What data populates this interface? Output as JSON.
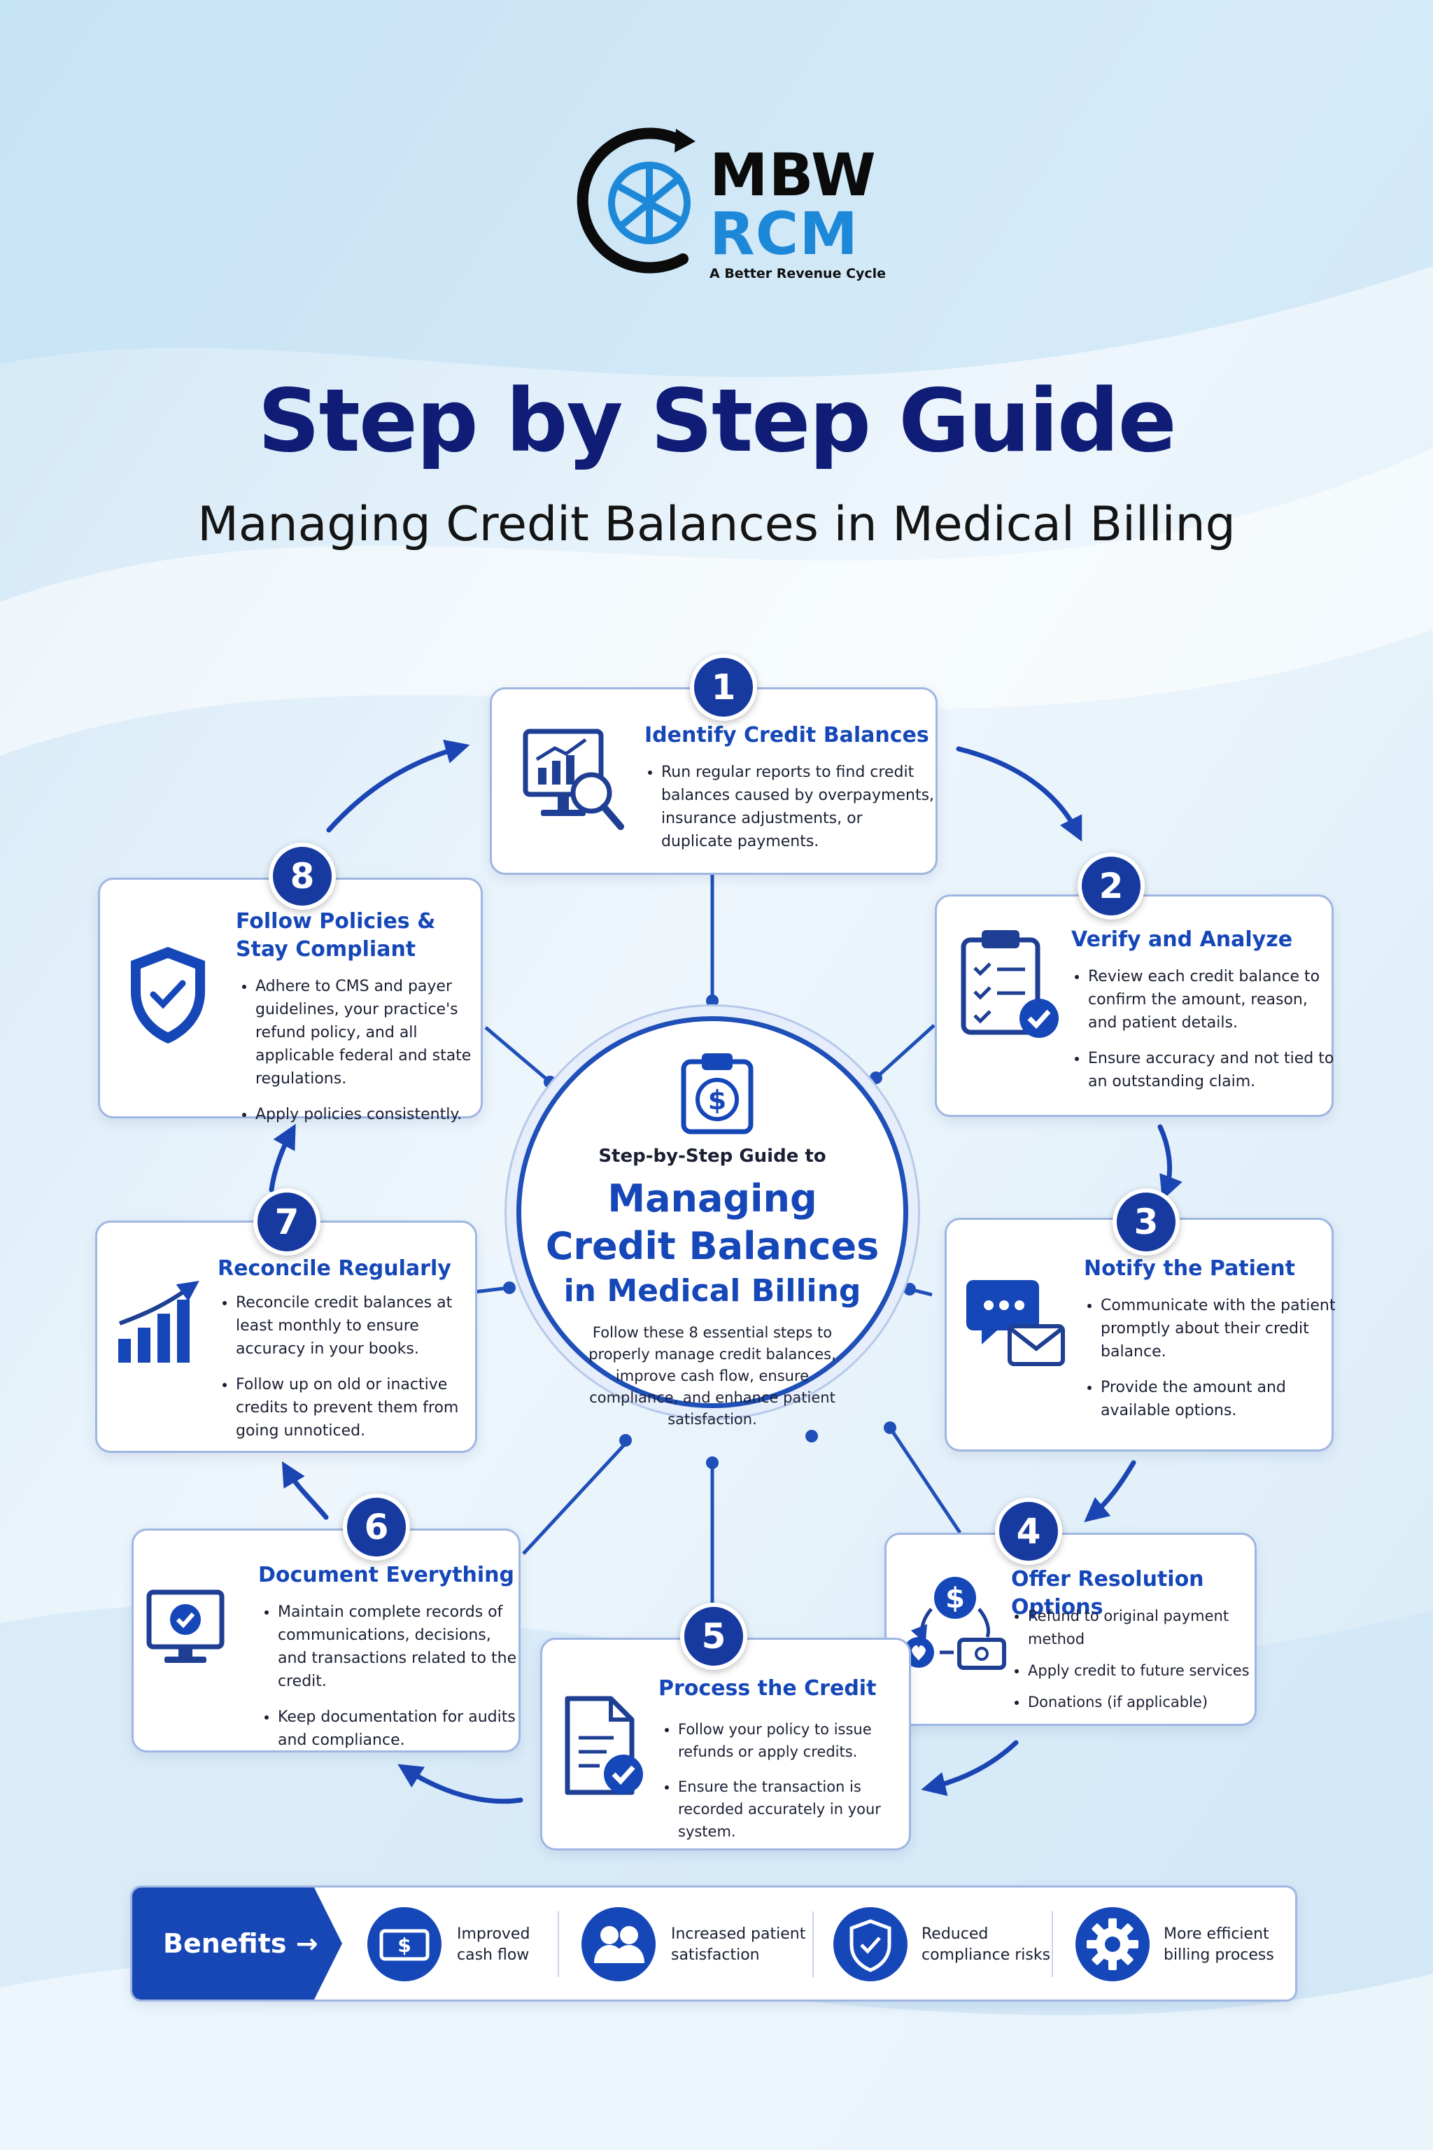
{
  "brand": {
    "logo_line1": "MBW",
    "logo_line2": "RCM",
    "tagline": "A Better Revenue Cycle"
  },
  "header": {
    "title": "Step by Step Guide",
    "subtitle": "Managing Credit Balances in Medical Billing"
  },
  "hub": {
    "kicker": "Step-by-Step Guide to",
    "title_line1": "Managing",
    "title_line2": "Credit Balances",
    "title_line3": "in Medical Billing",
    "description": "Follow these 8 essential steps to properly manage credit balances, improve cash flow, ensure compliance, and enhance patient satisfaction."
  },
  "steps": [
    {
      "number": "1",
      "title": "Identify Credit Balances",
      "icon": "report-magnifier-icon",
      "bullets": [
        "Run regular reports to find credit balances caused by overpayments, insurance adjustments, or duplicate payments."
      ]
    },
    {
      "number": "2",
      "title": "Verify and Analyze",
      "icon": "clipboard-check-icon",
      "bullets": [
        "Review each credit balance to confirm the amount, reason, and patient details.",
        "Ensure accuracy and not tied to an outstanding claim."
      ]
    },
    {
      "number": "3",
      "title": "Notify the Patient",
      "icon": "chat-mail-icon",
      "bullets": [
        "Communicate with the patient promptly about their credit balance.",
        "Provide the amount and available options."
      ]
    },
    {
      "number": "4",
      "title": "Offer Resolution Options",
      "icon": "dollar-options-icon",
      "bullets": [
        "Refund to original payment method",
        "Apply credit to future services",
        "Donations (if applicable)"
      ]
    },
    {
      "number": "5",
      "title": "Process the Credit",
      "icon": "document-check-icon",
      "bullets": [
        "Follow your policy to issue refunds or apply credits.",
        "Ensure the transaction is recorded accurately in your system."
      ]
    },
    {
      "number": "6",
      "title": "Document Everything",
      "icon": "monitor-check-icon",
      "bullets": [
        "Maintain complete records of communications, decisions, and transactions related to the credit.",
        "Keep documentation for audits and compliance."
      ]
    },
    {
      "number": "7",
      "title": "Reconcile Regularly",
      "icon": "bar-chart-trend-icon",
      "bullets": [
        "Reconcile credit balances at least monthly to ensure accuracy in your books.",
        "Follow up on old or inactive credits to prevent them from going unnoticed."
      ]
    },
    {
      "number": "8",
      "title_line1": "Follow Policies &",
      "title_line2": "Stay Compliant",
      "icon": "shield-check-icon",
      "bullets": [
        "Adhere to CMS and payer guidelines, your practice's refund policy, and all applicable federal and state regulations.",
        "Apply policies consistently."
      ]
    }
  ],
  "benefits": {
    "label": "Benefits →",
    "items": [
      {
        "line1": "Improved",
        "line2": "cash flow",
        "icon": "cash-icon"
      },
      {
        "line1": "Increased patient",
        "line2": "satisfaction",
        "icon": "users-icon"
      },
      {
        "line1": "Reduced",
        "line2": "compliance risks",
        "icon": "shield-icon"
      },
      {
        "line1": "More efficient",
        "line2": "billing process",
        "icon": "gear-icon"
      }
    ]
  },
  "colors": {
    "navy": "#0f1d76",
    "accent": "#1547b8",
    "badge": "#163a9f",
    "card_border": "#9fb6e2"
  }
}
